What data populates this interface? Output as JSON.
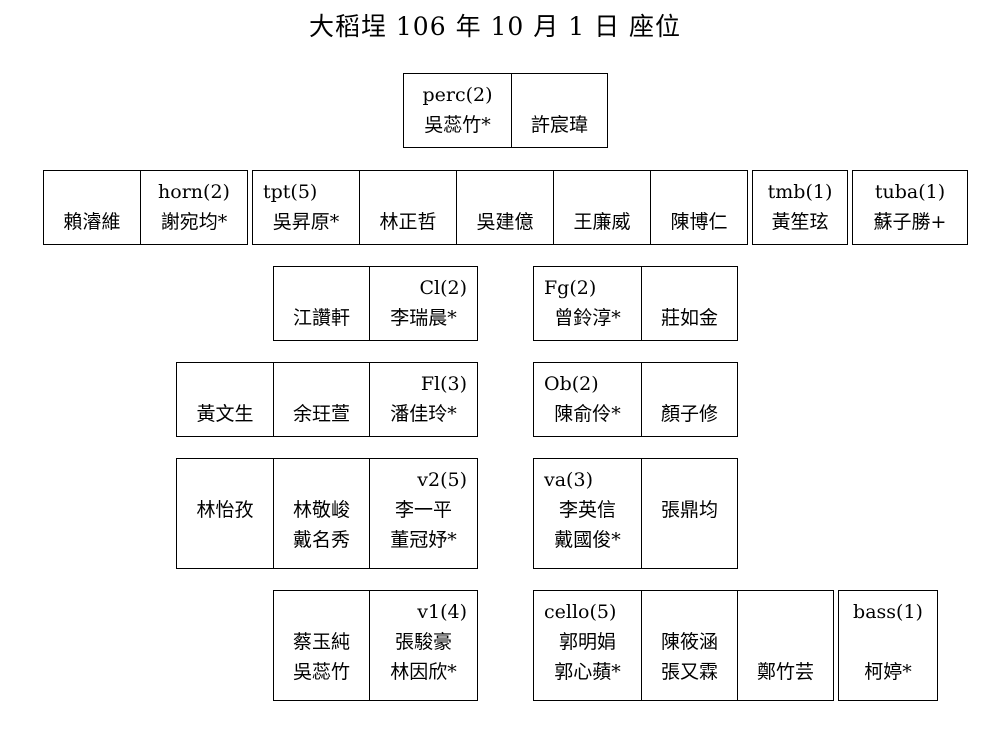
{
  "title": "大稻埕 106 年 10 月 1 日 座位",
  "sections": {
    "perc": {
      "label": "perc(2)",
      "members": [
        "吳蕊竹*",
        "許宸瑋"
      ]
    },
    "brass": {
      "c0": [
        "",
        "賴濬維"
      ],
      "horn": [
        "horn(2)",
        "謝宛均*"
      ],
      "tpt": [
        "tpt(5)",
        "吳昇原*"
      ],
      "t2": [
        "",
        "林正哲"
      ],
      "t3": [
        "",
        "吳建億"
      ],
      "t4": [
        "",
        "王廉威"
      ],
      "t5": [
        "",
        "陳博仁"
      ],
      "tmb": [
        "tmb(1)",
        "黃笙玹"
      ],
      "tuba": [
        "tuba(1)",
        "蘇子勝+"
      ]
    },
    "cl": {
      "label": "Cl(2)",
      "a": "江讚軒",
      "b": "李瑞晨*"
    },
    "fg": {
      "label": "Fg(2)",
      "a": "曾鈴淳*",
      "b": "莊如金"
    },
    "fl": {
      "label": "Fl(3)",
      "a": "黃文生",
      "b": "余玨萱",
      "c": "潘佳玲*"
    },
    "ob": {
      "label": "Ob(2)",
      "a": "陳俞伶*",
      "b": "顏子修"
    },
    "v2": {
      "label": "v2(5)",
      "a": "林怡孜",
      "b1": "林敬峻",
      "b2": "戴名秀",
      "c1": "李一平",
      "c2": "董冠妤*"
    },
    "va": {
      "label": "va(3)",
      "a1": "李英信",
      "a2": "戴國俊*",
      "b": "張鼎均"
    },
    "v1": {
      "label": "v1(4)",
      "a1": "蔡玉純",
      "a2": "吳蕊竹",
      "b1": "張駿豪",
      "b2": "林因欣*"
    },
    "cello": {
      "label": "cello(5)",
      "a1": "郭明娟",
      "a2": "郭心蘋*",
      "b1": "陳筱涵",
      "b2": "張又霖",
      "c": "鄭竹芸"
    },
    "bass": {
      "label": "bass(1)",
      "a": "柯婷*"
    }
  }
}
